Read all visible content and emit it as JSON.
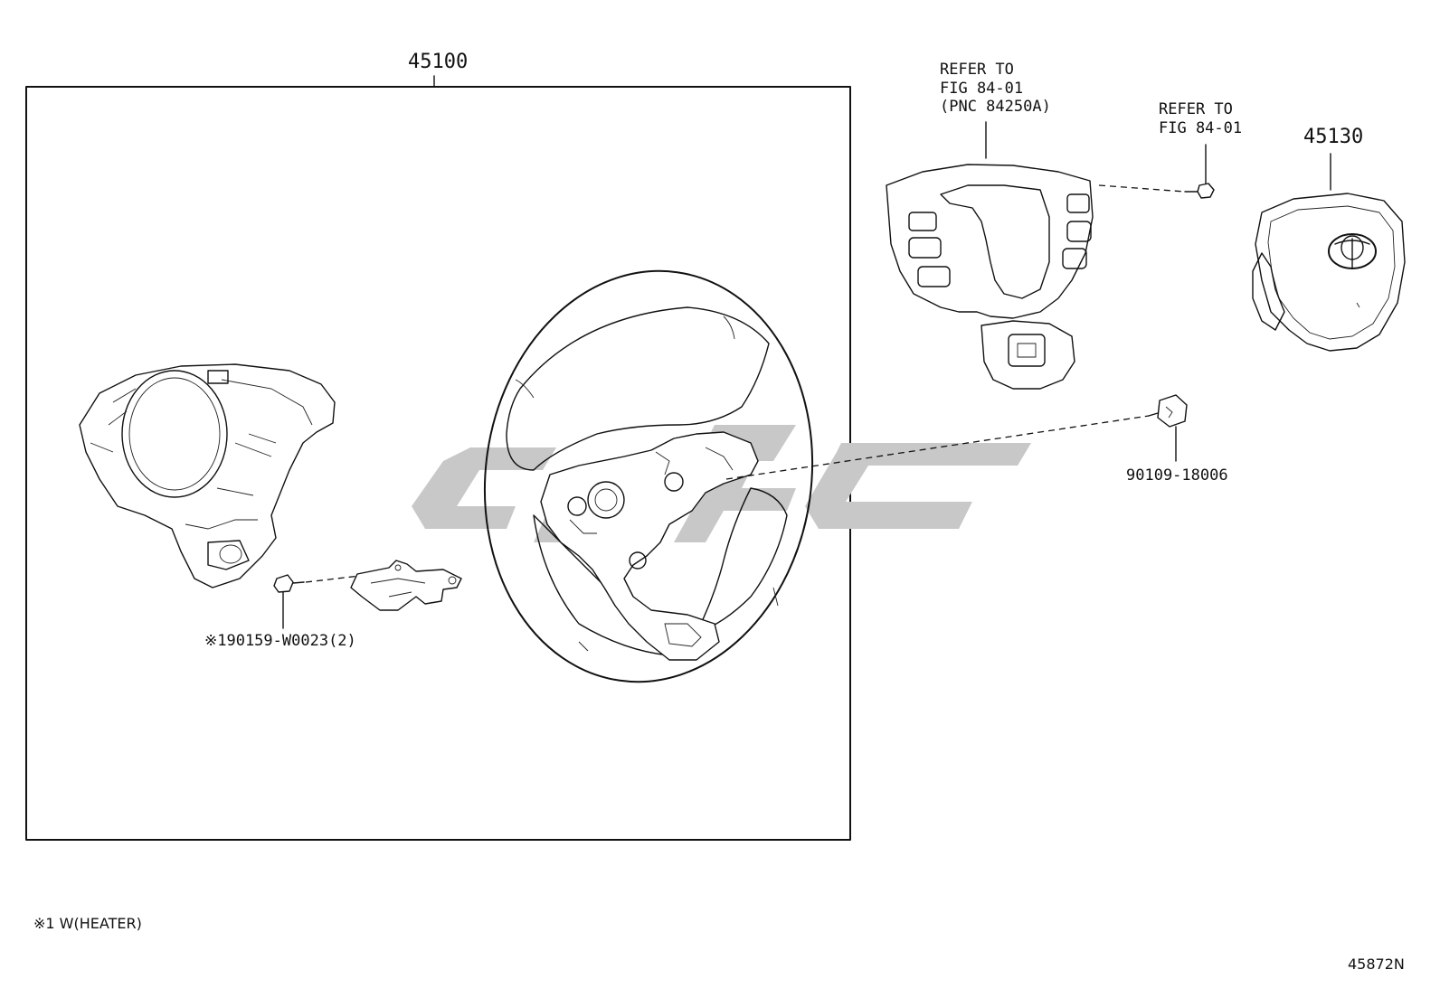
{
  "labels": {
    "assembly": "45100",
    "cover_ref": "REFER TO\nFIG 84-01\n(PNC 84250A)",
    "screw_ref": "REFER TO\nFIG 84-01",
    "airbag": "45130",
    "bolt": "90109-18006",
    "screw_heater": "※190159-W0023(2)",
    "footnote": "※1 W(HEATER)",
    "diagram_id": "45872N"
  },
  "colors": {
    "line": "#111111",
    "watermark": "#c8c8c8",
    "background": "#ffffff"
  }
}
